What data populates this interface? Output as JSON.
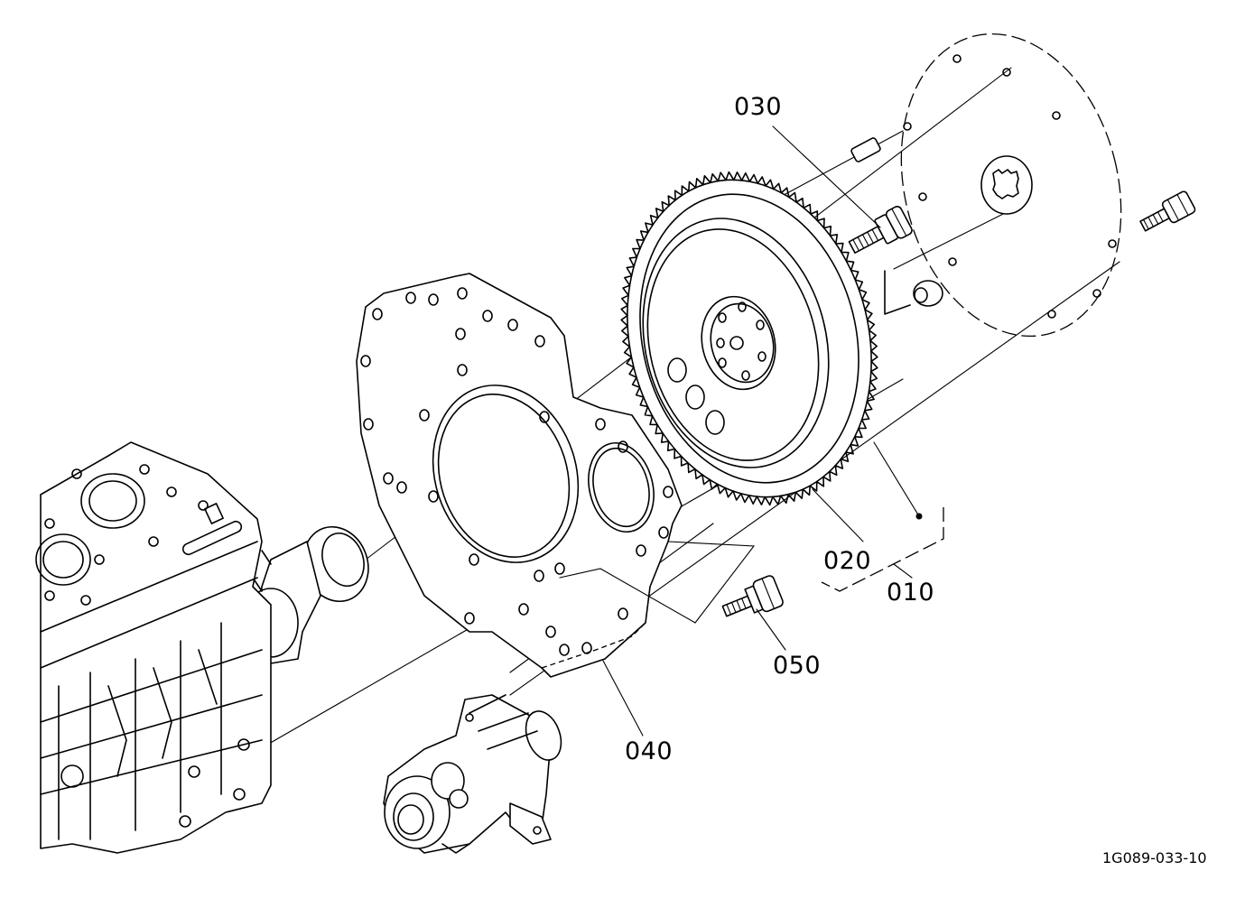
{
  "labels": {
    "p010": "010",
    "p020": "020",
    "p030": "030",
    "p040": "040",
    "p050": "050"
  },
  "drawing_code": "1G089-033-10"
}
